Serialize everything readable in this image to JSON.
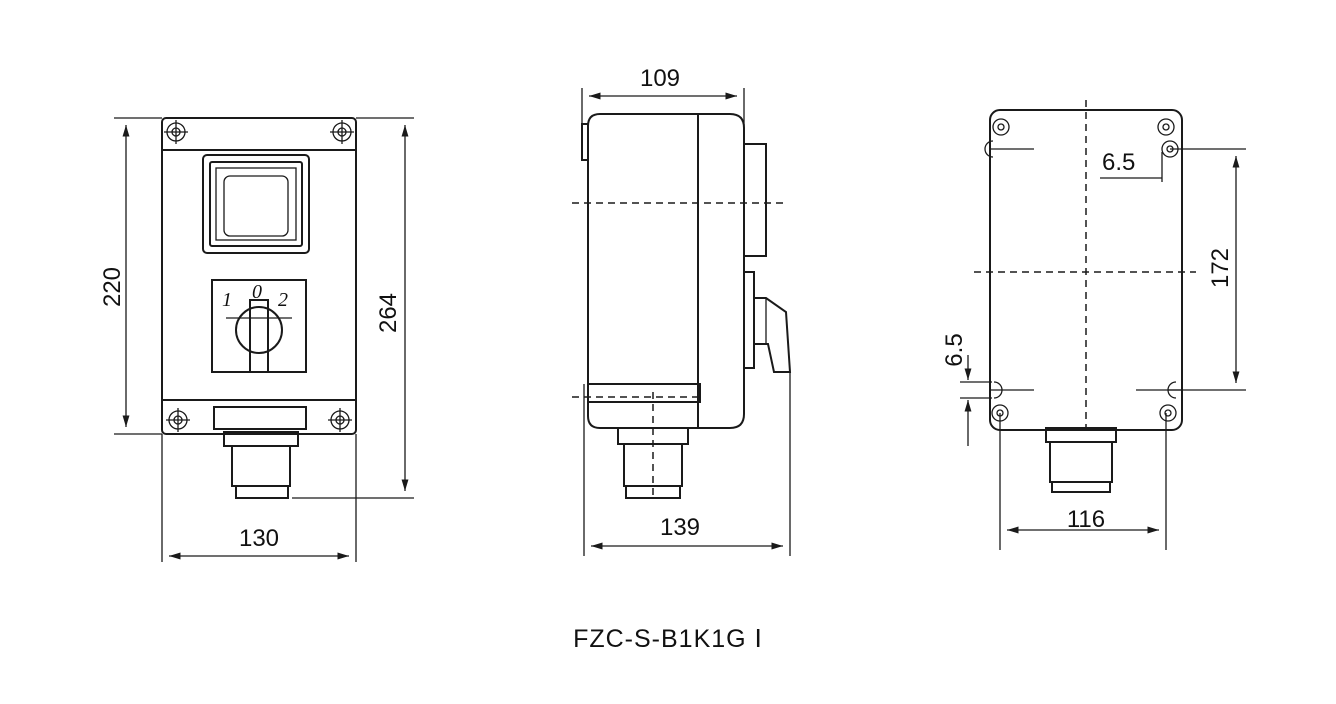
{
  "caption": "FZC-S-B1K1G Ⅰ",
  "colors": {
    "line": "#1a1a1a",
    "background": "#ffffff"
  },
  "front_view": {
    "width_label": "130",
    "inner_height_label": "220",
    "overall_height_label": "264",
    "switch_positions": [
      "1",
      "0",
      "2"
    ]
  },
  "side_view": {
    "depth_label": "109",
    "overall_depth_label": "139"
  },
  "back_view": {
    "mount_spacing_width_label": "116",
    "mount_spacing_height_label": "172",
    "hole_top_label": "6.5",
    "hole_side_label": "6.5"
  }
}
